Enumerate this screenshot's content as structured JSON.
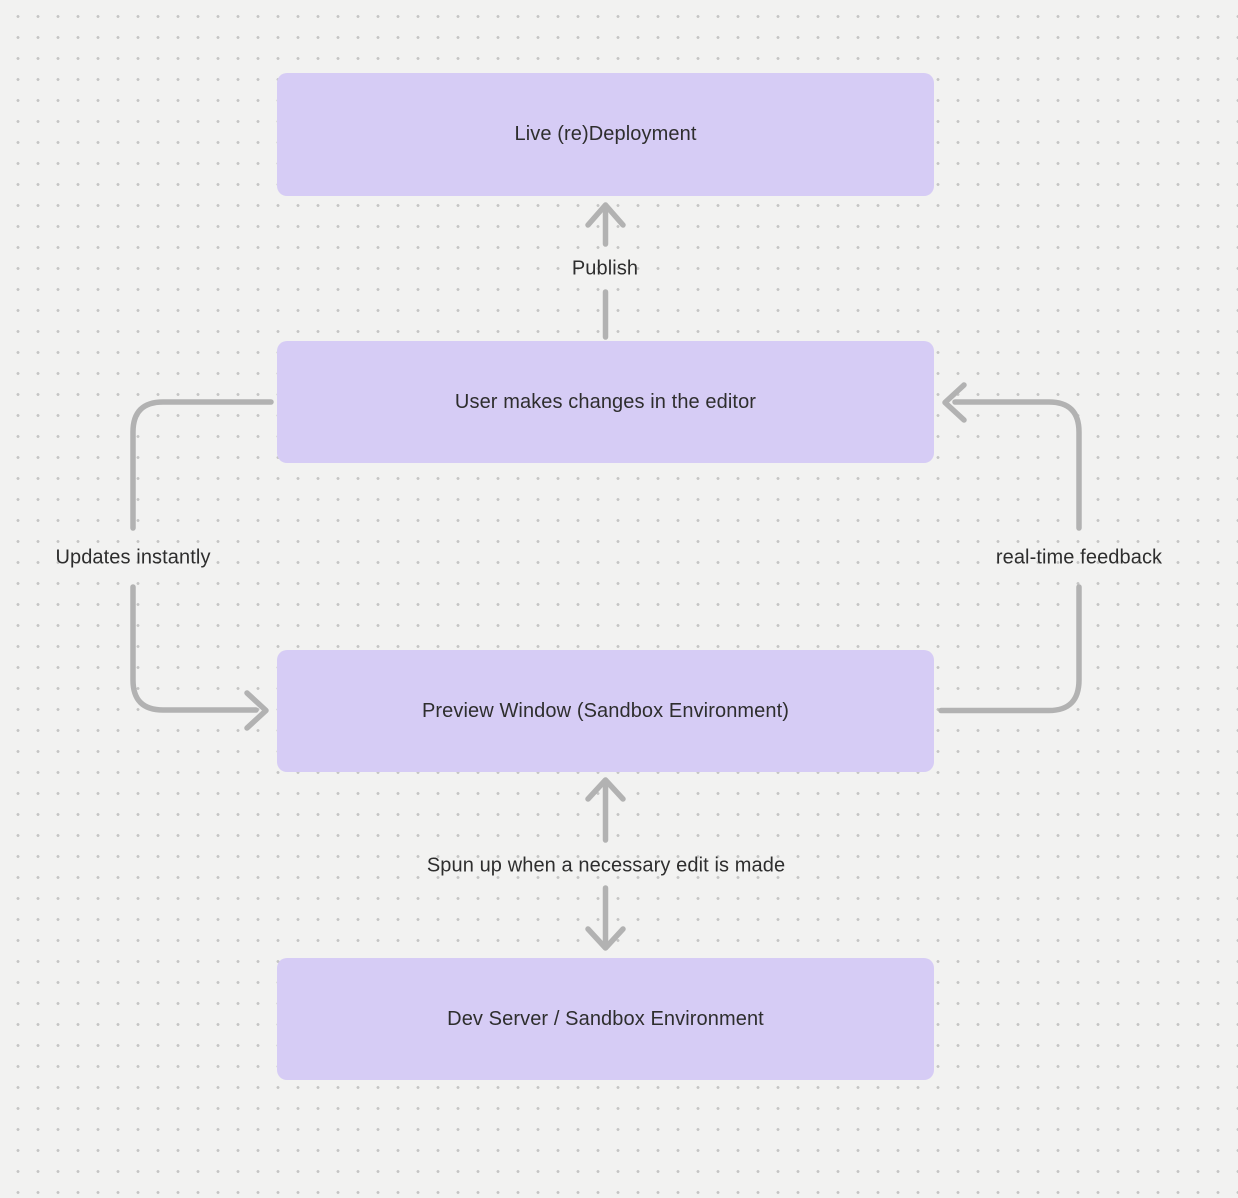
{
  "diagram": {
    "nodes": [
      {
        "id": "live-redeployment",
        "label": "Live (re)Deployment"
      },
      {
        "id": "user-editor",
        "label": "User makes changes in the editor"
      },
      {
        "id": "preview-window",
        "label": "Preview Window (Sandbox Environment)"
      },
      {
        "id": "dev-server",
        "label": "Dev Server / Sandbox Environment"
      }
    ],
    "edges": [
      {
        "id": "publish",
        "label": "Publish",
        "from": "user-editor",
        "to": "live-redeployment",
        "direction": "up"
      },
      {
        "id": "updates-instantly",
        "label": "Updates instantly",
        "from": "user-editor",
        "to": "preview-window",
        "direction": "down-left-loop"
      },
      {
        "id": "real-time-feedback",
        "label": "real-time feedback",
        "from": "preview-window",
        "to": "user-editor",
        "direction": "up-right-loop"
      },
      {
        "id": "spun-up",
        "label": "Spun up when a necessary edit is made",
        "from": "preview-window",
        "to": "dev-server",
        "bidirectional": true
      }
    ],
    "colors": {
      "background": "#f2f2f1",
      "dot": "#c5c5c5",
      "node_fill": "#d6ccf5",
      "connector": "#b2b2b2",
      "text": "#2e2e2e"
    }
  }
}
